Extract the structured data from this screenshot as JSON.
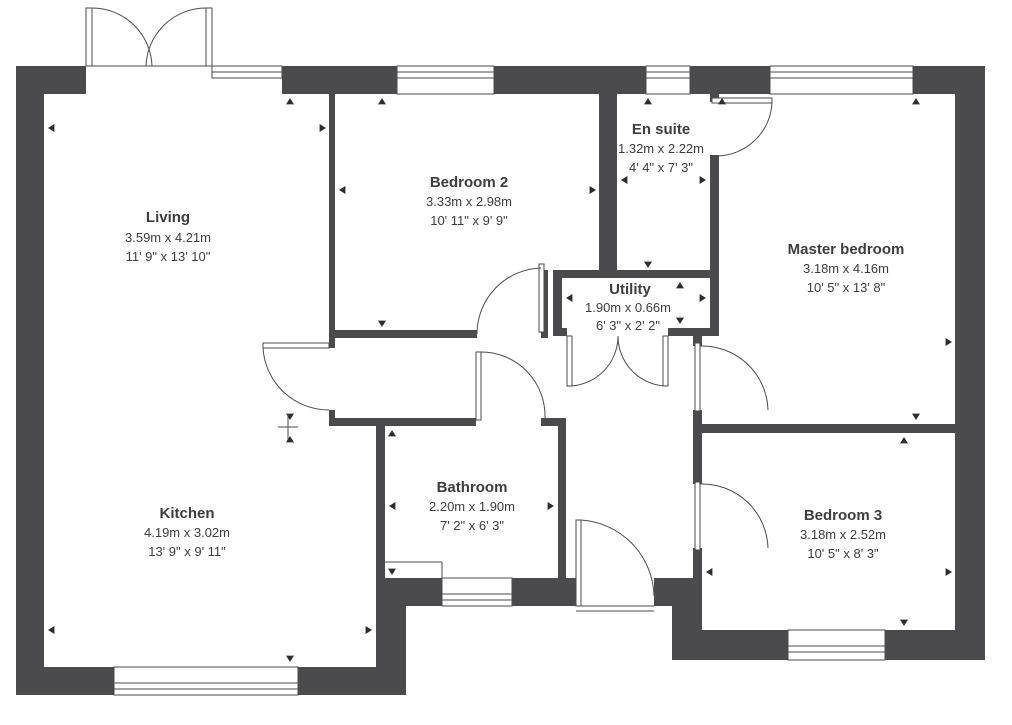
{
  "rooms": {
    "living": {
      "name": "Living",
      "metric": "3.59m x 4.21m",
      "imperial": "11' 9\" x 13' 10\""
    },
    "kitchen": {
      "name": "Kitchen",
      "metric": "4.19m x 3.02m",
      "imperial": "13' 9\" x 9' 11\""
    },
    "bedroom2": {
      "name": "Bedroom 2",
      "metric": "3.33m x 2.98m",
      "imperial": "10' 11\" x 9' 9\""
    },
    "ensuite": {
      "name": "En suite",
      "metric": "1.32m x 2.22m",
      "imperial": "4' 4\" x 7' 3\""
    },
    "master": {
      "name": "Master bedroom",
      "metric": "3.18m x 4.16m",
      "imperial": "10' 5\" x 13' 8\""
    },
    "utility": {
      "name": "Utility",
      "metric": "1.90m x 0.66m",
      "imperial": "6' 3\" x 2' 2\""
    },
    "bathroom": {
      "name": "Bathroom",
      "metric": "2.20m x 1.90m",
      "imperial": "7' 2\" x 6' 3\""
    },
    "bedroom3": {
      "name": "Bedroom 3",
      "metric": "3.18m x 2.52m",
      "imperial": "10' 5\" x 8' 3\""
    }
  }
}
